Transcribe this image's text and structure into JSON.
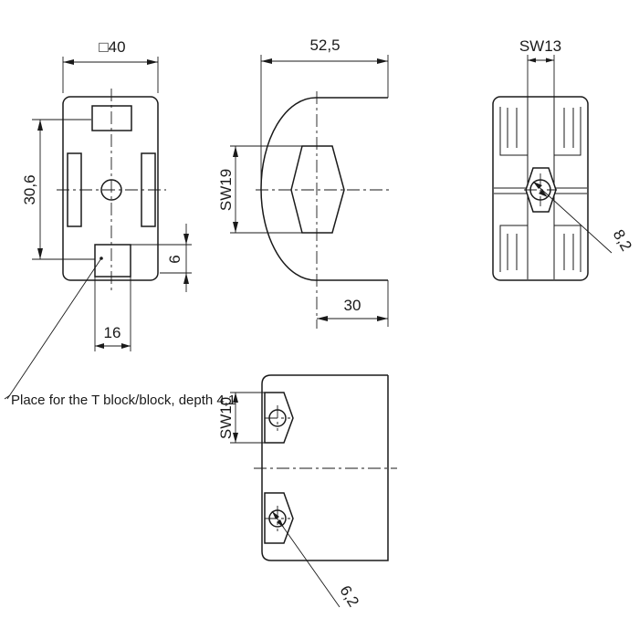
{
  "dimensions": {
    "front_width": "□40",
    "front_height": "30,6",
    "slot_height": "6",
    "slot_width": "16",
    "side_length": "52,5",
    "side_sw": "SW19",
    "side_bottom": "30",
    "right_sw": "SW13",
    "right_dia": "8,2",
    "bottom_sw": "SW10",
    "bottom_dia": "6,2"
  },
  "note": "Place for the T block/block, depth 4,1"
}
